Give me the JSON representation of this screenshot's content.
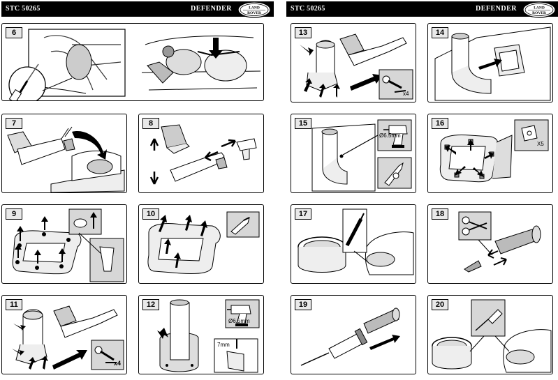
{
  "left_page": {
    "code": "STC 50265",
    "model": "DEFENDER",
    "logo_text": "LAND ROVER"
  },
  "right_page": {
    "code": "STC 50265",
    "model": "DEFENDER",
    "logo_text": "LAND ROVER"
  },
  "steps": {
    "s6": "6",
    "s7": "7",
    "s8": "8",
    "s9": "9",
    "s10": "10",
    "s11": "11",
    "s12": "12",
    "s13": "13",
    "s14": "14",
    "s15": "15",
    "s16": "16",
    "s17": "17",
    "s18": "18",
    "s19": "19",
    "s20": "20"
  },
  "annotations": {
    "screw_qty_13": "x4",
    "screw_qty_11": "x4",
    "clip_qty_16": "X5",
    "drill_size_15": "Ø6.5mm",
    "drill_size_12": "Ø6.5mm",
    "depth_12": "7mm"
  },
  "icons": [
    "screwdriver-icon",
    "drill-icon",
    "scissors-icon",
    "knife-icon",
    "sealant-gun-icon",
    "screw-icon",
    "clip-nut-icon",
    "arrow-icon"
  ]
}
